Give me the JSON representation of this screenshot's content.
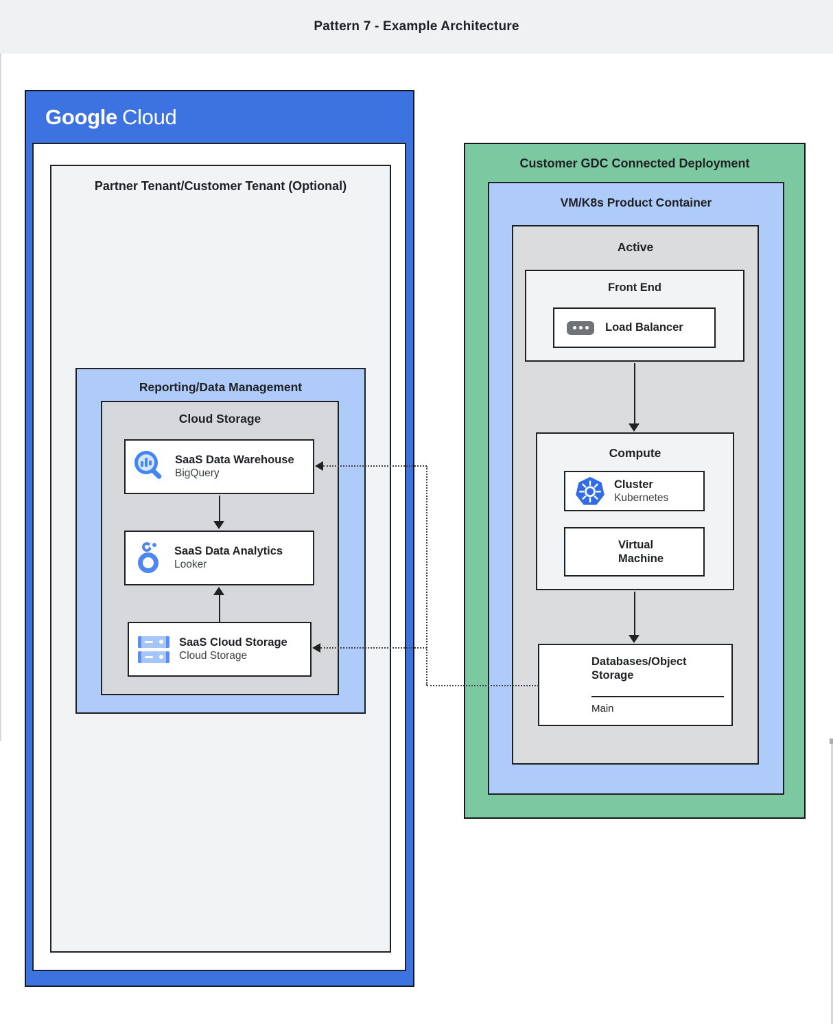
{
  "header": {
    "title": "Pattern 7 - Example Architecture"
  },
  "google_cloud": {
    "logo": {
      "google": "Google",
      "cloud": "Cloud"
    },
    "partner_tenant": {
      "label": "Partner Tenant/Customer Tenant (Optional)"
    },
    "reporting": {
      "label": "Reporting/Data Management",
      "cloud_storage": {
        "label": "Cloud Storage",
        "warehouse": {
          "title": "SaaS Data Warehouse",
          "subtitle": "BigQuery",
          "icon": "bigquery-icon"
        },
        "analytics": {
          "title": "SaaS Data Analytics",
          "subtitle": "Looker",
          "icon": "looker-icon"
        },
        "storage": {
          "title": "SaaS Cloud Storage",
          "subtitle": "Cloud Storage",
          "icon": "cloud-storage-icon"
        }
      }
    }
  },
  "gdc": {
    "label": "Customer GDC Connected Deployment",
    "product_container": {
      "label": "VM/K8s Product Container",
      "active": {
        "label": "Active",
        "front_end": {
          "label": "Front End",
          "load_balancer": {
            "title": "Load Balancer",
            "icon": "load-balancer-icon"
          }
        },
        "compute": {
          "label": "Compute",
          "cluster": {
            "title": "Cluster",
            "subtitle": "Kubernetes",
            "icon": "kubernetes-icon"
          },
          "virtual_machine": {
            "title": "Virtual Machine",
            "icon": "virtual-machine-icon"
          }
        },
        "databases": {
          "title": "Databases/Object Storage",
          "subtitle": "Main",
          "icon": "database-storage-icon"
        }
      }
    }
  },
  "colors": {
    "google_cloud_blue": "#3d73e0",
    "light_blue_zone": "#aecbfa",
    "gdc_green": "#7cc8a1",
    "gray_zone": "#d6d8db",
    "light_zone": "#f1f3f4",
    "kubernetes_blue": "#326ce5",
    "icon_blue": "#4285f4",
    "arrow": "#212121"
  }
}
